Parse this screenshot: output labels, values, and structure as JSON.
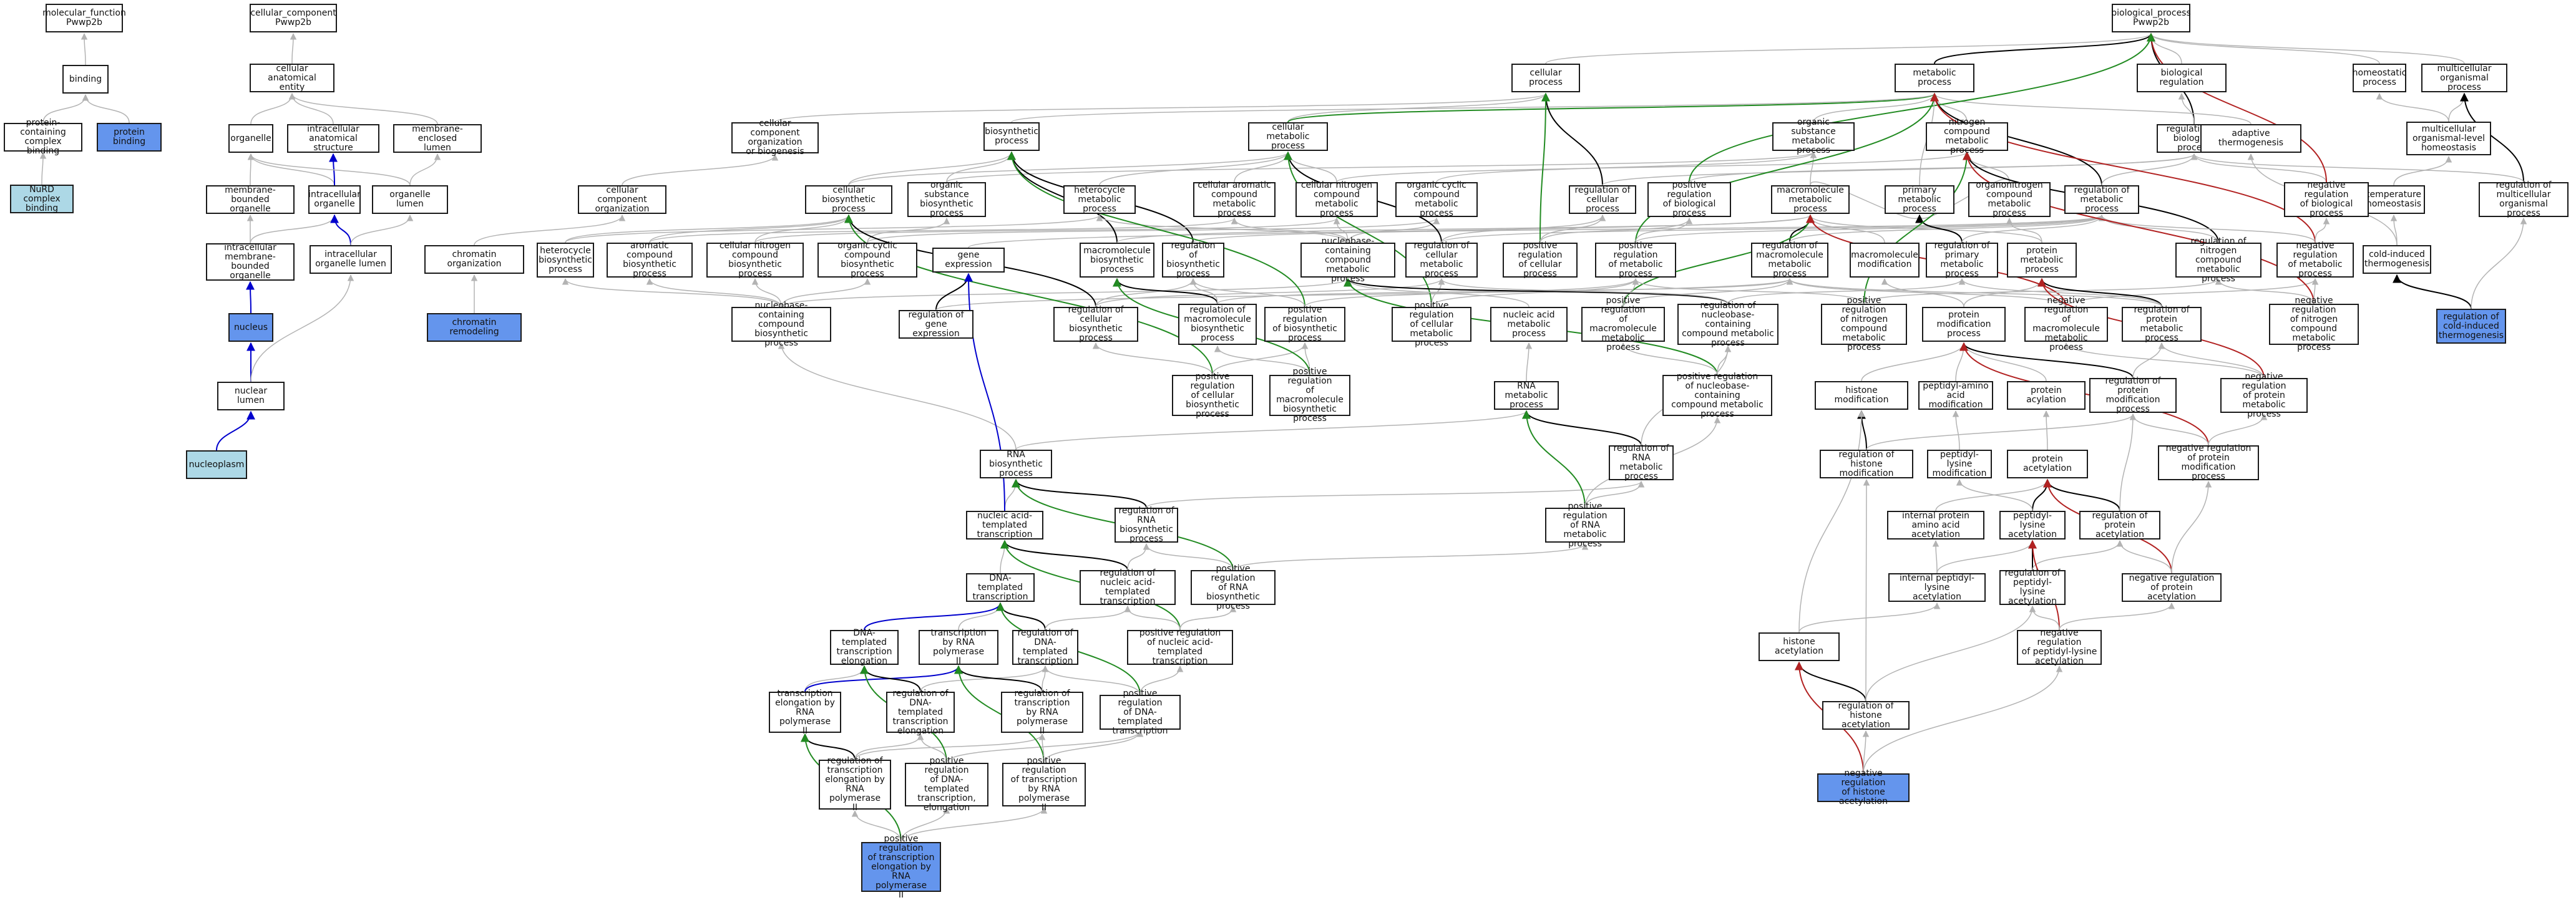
{
  "colors": {
    "edge_gray": "#b3b3b3",
    "edge_black": "#000000",
    "edge_green": "#228b22",
    "edge_red": "#b22222",
    "edge_blue": "#0000cd",
    "fill_query": "#6495ed",
    "fill_leaf": "#add8e6"
  },
  "nodes": {
    "mf": "molecular_function\nPwwp2b",
    "binding": "binding",
    "pcb": "protein-containing\ncomplex binding",
    "pb": "protein binding",
    "nurd": "NuRD complex\nbinding",
    "cc": "cellular_component\nPwwp2b",
    "cae": "cellular anatomical\nentity",
    "organelle": "organelle",
    "ias": "intracellular\nanatomical structure",
    "mel": "membrane-enclosed\nlumen",
    "mbo": "membrane-bounded\norganelle",
    "io": "intracellular\norganelle",
    "olumen": "organelle lumen",
    "imbo": "intracellular\nmembrane-bounded\norganelle",
    "iol": "intracellular\norganelle lumen",
    "nucleus": "nucleus",
    "nlumen": "nuclear lumen",
    "nucleoplasm": "nucleoplasm",
    "ccob": "cellular component\norganization\nor biogenesis",
    "cco": "cellular component\norganization",
    "chromorg": "chromatin organization",
    "chromrem": "chromatin remodeling",
    "bp": "biological_process\nPwwp2b",
    "cp": "cellular process",
    "mp": "metabolic process",
    "bioreg": "biological regulation",
    "homeo": "homeostatic\nprocess",
    "mop": "multicellular\norganismal process",
    "moh": "multicellular\norganismal-level\nhomeostasis",
    "rbp": "regulation of\nbiological process",
    "adapt": "adaptive thermogenesis",
    "temph": "temperature\nhomeostasis",
    "rmop": "regulation of\nmulticellular\norganismal process",
    "cit": "cold-induced\nthermogenesis",
    "rcit": "regulation of\ncold-induced\nthermogenesis",
    "nrbp": "negative regulation\nof biological\nprocess",
    "cmp": "cellular metabolic\nprocess",
    "biosyn": "biosynthetic\nprocess",
    "osmp": "organic substance\nmetabolic process",
    "ncmp": "nitrogen compound\nmetabolic process",
    "cbp": "cellular biosynthetic\nprocess",
    "osbp": "organic substance\nbiosynthetic\nprocess",
    "hmp": "heterocycle\nmetabolic process",
    "cacmp": "cellular aromatic\ncompound metabolic\nprocess",
    "cncmp": "cellular nitrogen\ncompound metabolic\nprocess",
    "occmp": "organic cyclic\ncompound metabolic\nprocess",
    "rcp": "regulation of\ncellular process",
    "prbp": "positive regulation\nof biological\nprocess",
    "macmp": "macromolecule\nmetabolic process",
    "pmp": "primary metabolic\nprocess",
    "orgncmp": "organonitrogen\ncompound metabolic\nprocess",
    "rmp": "regulation of\nmetabolic process",
    "hbp": "heterocycle\nbiosynthetic\nprocess",
    "acbp": "aromatic compound\nbiosynthetic\nprocess",
    "cncbp": "cellular nitrogen\ncompound biosynthetic\nprocess",
    "occbp": "organic cyclic\ncompound biosynthetic\nprocess",
    "ge": "gene expression",
    "mbp": "macromolecule\nbiosynthetic\nprocess",
    "rbiosyn": "regulation of\nbiosynthetic\nprocess",
    "ncmp2": "nucleobase-containing\ncompound metabolic\nprocess",
    "rcellmp": "regulation of\ncellular metabolic\nprocess",
    "prcp": "positive regulation\nof cellular\nprocess",
    "prmp": "positive regulation\nof metabolic\nprocess",
    "rmacmp": "regulation of\nmacromolecule\nmetabolic process",
    "macmod": "macromolecule\nmodification",
    "protmp": "protein metabolic\nprocess",
    "rncmp": "regulation of\nnitrogen compound\nmetabolic process",
    "nrmp": "negative regulation\nof metabolic\nprocess",
    "rpmp": "regulation of\nprimary metabolic\nprocess",
    "ncbp": "nucleobase-containing\ncompound biosynthetic\nprocess",
    "rge": "regulation of\ngene expression",
    "rcbp": "regulation of\ncellular biosynthetic\nprocess",
    "rmbp": "regulation of\nmacromolecule\nbiosynthetic\nprocess",
    "prbiosyn": "positive regulation\nof biosynthetic\nprocess",
    "prcellmp": "positive regulation\nof cellular\nmetabolic process",
    "nap": "nucleic acid\nmetabolic process",
    "prmacmp": "positive regulation\nof macromolecule\nmetabolic process",
    "rncmp2": "regulation of\nnucleobase-containing\ncompound metabolic\nprocess",
    "prncmp": "positive regulation\nof nitrogen\ncompound metabolic\nprocess",
    "pmodp": "protein modification\nprocess",
    "nrmacmp": "negative regulation\nof macromolecule\nmetabolic process",
    "rprotmp": "regulation of\nprotein metabolic\nprocess",
    "nrncmp": "negative regulation\nof nitrogen\ncompound metabolic\nprocess",
    "prcbp": "positive regulation\nof cellular\nbiosynthetic\nprocess",
    "prmbp": "positive regulation\nof macromolecule\nbiosynthetic\nprocess",
    "prncmp2": "positive regulation\nof nucleobase-containing\ncompound metabolic\nprocess",
    "rnamp": "RNA metabolic\nprocess",
    "histmod": "histone modification",
    "paamod": "peptidyl-amino\nacid modification",
    "pacyl": "protein acylation",
    "rpmod": "regulation of\nprotein modification\nprocess",
    "nrprotmp": "negative regulation\nof protein metabolic\nprocess",
    "rnabp": "RNA biosynthetic\nprocess",
    "rrnamp": "regulation of\nRNA metabolic\nprocess",
    "rhm": "regulation of\nhistone modification",
    "plysmod": "peptidyl-lysine\nmodification",
    "pacet": "protein acetylation",
    "nrpmod": "negative regulation\nof protein modification\nprocess",
    "natt": "nucleic acid-templated\ntranscription",
    "rrnabp": "regulation of\nRNA biosynthetic\nprocess",
    "prrnamp": "positive regulation\nof RNA metabolic\nprocess",
    "ipaa": "internal protein\namino acid acetylation",
    "plysacet": "peptidyl-lysine\nacetylation",
    "rpacet": "regulation of\nprotein acetylation",
    "dtt": "DNA-templated\ntranscription",
    "rnatt": "regulation of\nnucleic acid-templated\ntranscription",
    "prrnabp": "positive regulation\nof RNA biosynthetic\nprocess",
    "iplysacet": "internal peptidyl-lysine\nacetylation",
    "rplysacet": "regulation of\npeptidyl-lysine\nacetylation",
    "nrpacet": "negative regulation\nof protein acetylation",
    "dtte": "DNA-templated\ntranscription\nelongation",
    "trnap2": "transcription\nby RNA polymerase\nII",
    "rdtt": "regulation of\nDNA-templated\ntranscription",
    "prnatt": "positive regulation\nof nucleic acid-templated\ntranscription",
    "histacet": "histone acetylation",
    "nrplysacet": "negative regulation\nof peptidyl-lysine\nacetylation",
    "terp2": "transcription\nelongation by\nRNA polymerase\nII",
    "rdtte": "regulation of\nDNA-templated\ntranscription\nelongation",
    "rtrnap2": "regulation of\ntranscription\nby RNA polymerase\nII",
    "prdtt": "positive regulation\nof DNA-templated\ntranscription",
    "rha": "regulation of\nhistone acetylation",
    "rterp2": "regulation of\ntranscription\nelongation by\nRNA polymerase\nII",
    "prdtte": "positive regulation\nof DNA-templated\ntranscription,\nelongation",
    "prtrnap2": "positive regulation\nof transcription\nby RNA polymerase\nII",
    "nrha": "negative regulation\nof histone acetylation",
    "prterp2": "positive regulation\nof transcription\nelongation by\nRNA polymerase\nII"
  }
}
